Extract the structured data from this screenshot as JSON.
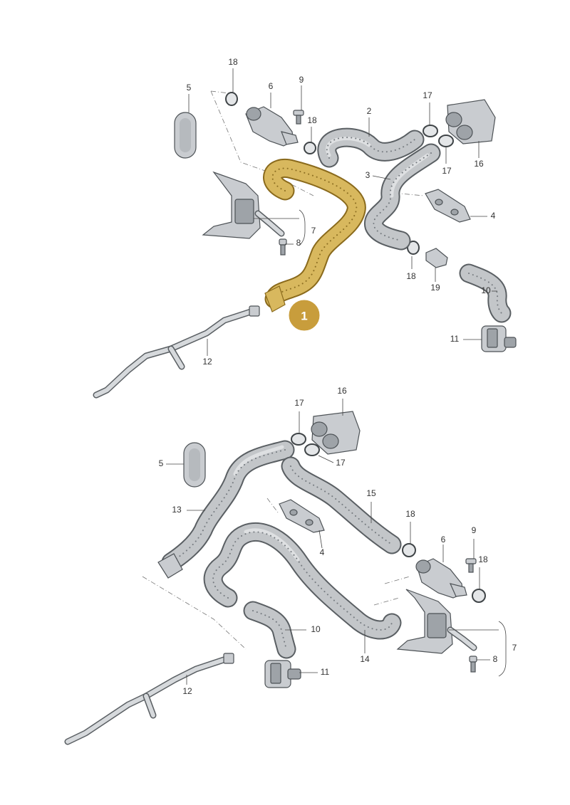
{
  "highlight": {
    "number": "1",
    "color": "#c89d3c"
  },
  "labels": [
    {
      "id": "t-18a",
      "text": "18"
    },
    {
      "id": "t-9a",
      "text": "9"
    },
    {
      "id": "t-5a",
      "text": "5"
    },
    {
      "id": "t-6a",
      "text": "6"
    },
    {
      "id": "t-18b",
      "text": "18"
    },
    {
      "id": "t-2a",
      "text": "2"
    },
    {
      "id": "t-17a",
      "text": "17"
    },
    {
      "id": "t-17b",
      "text": "17"
    },
    {
      "id": "t-16a",
      "text": "16"
    },
    {
      "id": "t-3a",
      "text": "3"
    },
    {
      "id": "t-4a",
      "text": "4"
    },
    {
      "id": "t-7a",
      "text": "7"
    },
    {
      "id": "t-8a",
      "text": "8"
    },
    {
      "id": "t-18c",
      "text": "18"
    },
    {
      "id": "t-19a",
      "text": "19"
    },
    {
      "id": "t-10a",
      "text": "10"
    },
    {
      "id": "t-11a",
      "text": "11"
    },
    {
      "id": "t-12a",
      "text": "12"
    },
    {
      "id": "t-16b",
      "text": "16"
    },
    {
      "id": "t-17c",
      "text": "17"
    },
    {
      "id": "t-17d",
      "text": "17"
    },
    {
      "id": "t-5b",
      "text": "5"
    },
    {
      "id": "t-13a",
      "text": "13"
    },
    {
      "id": "t-15a",
      "text": "15"
    },
    {
      "id": "t-18d",
      "text": "18"
    },
    {
      "id": "t-6b",
      "text": "6"
    },
    {
      "id": "t-9b",
      "text": "9"
    },
    {
      "id": "t-18e",
      "text": "18"
    },
    {
      "id": "t-4b",
      "text": "4"
    },
    {
      "id": "t-10b",
      "text": "10"
    },
    {
      "id": "t-7b",
      "text": "7"
    },
    {
      "id": "t-8b",
      "text": "8"
    },
    {
      "id": "t-11b",
      "text": "11"
    },
    {
      "id": "t-14a",
      "text": "14"
    },
    {
      "id": "t-12b",
      "text": "12"
    }
  ]
}
